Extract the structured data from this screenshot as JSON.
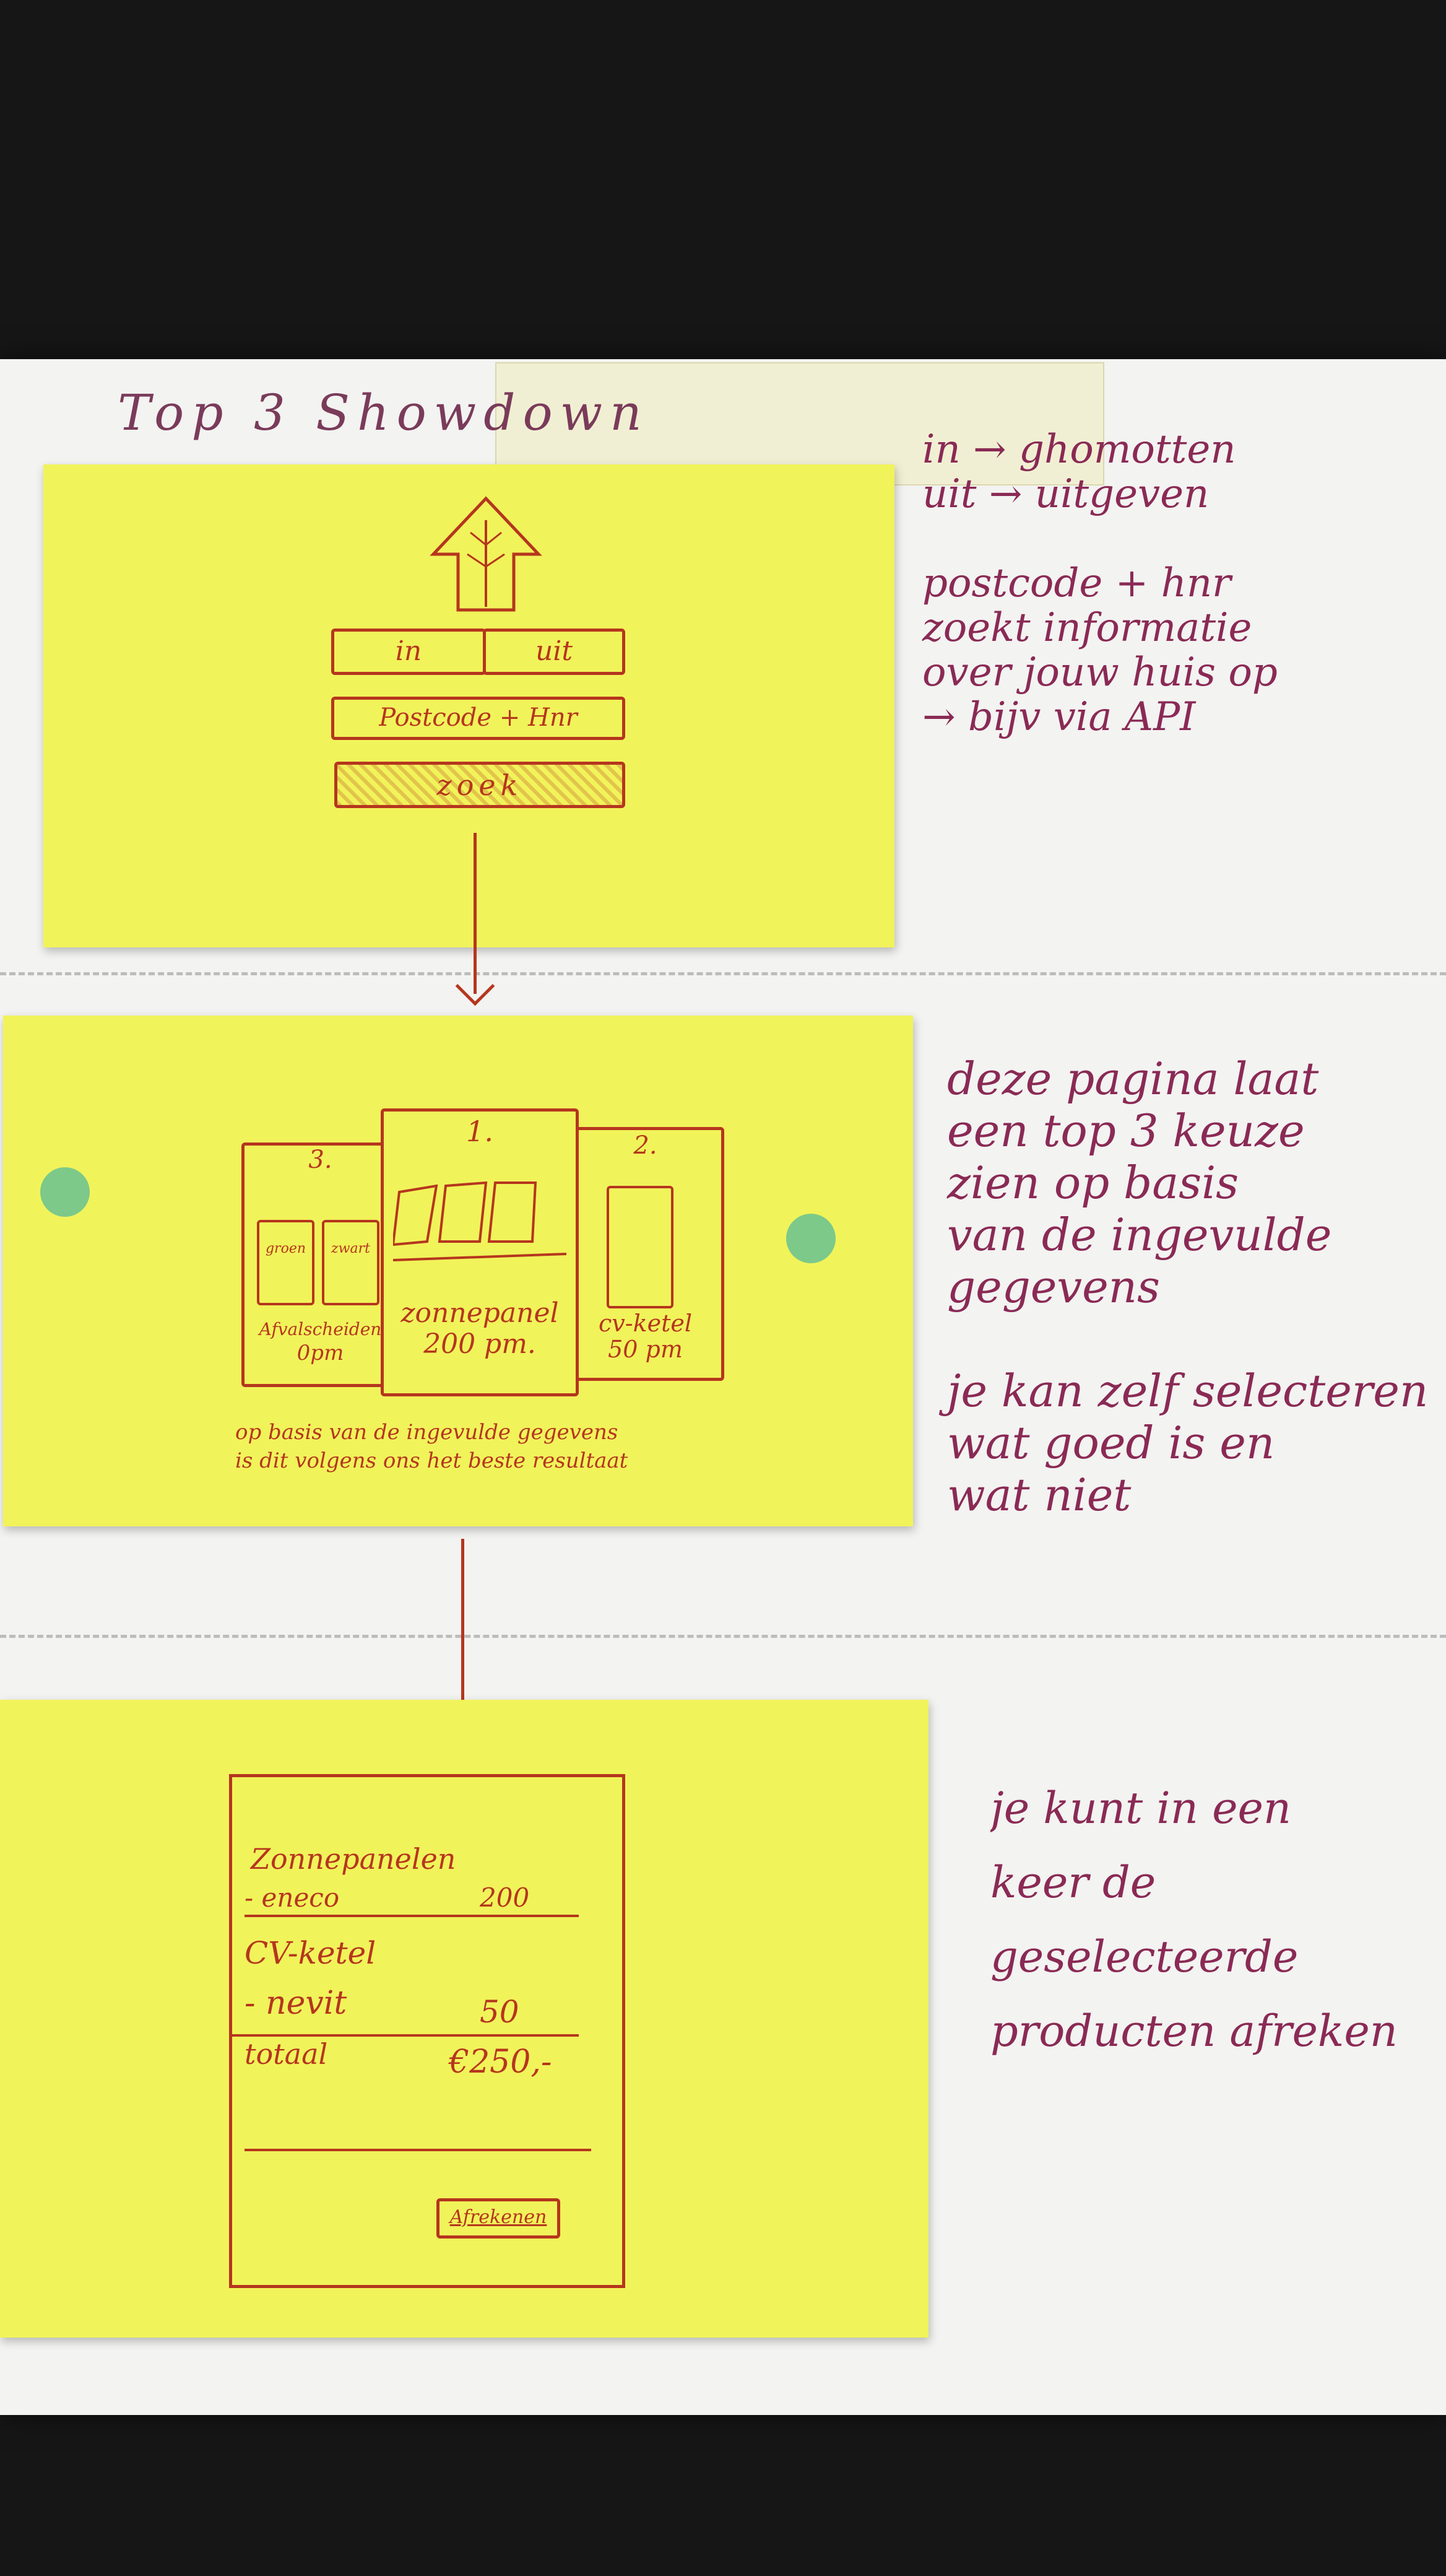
{
  "title": "Top 3 Showdown",
  "step1": {
    "toggle_in": "in",
    "toggle_uit": "uit",
    "postcode_field": "Postcode + Hnr",
    "zoek_button": "zoek",
    "note": "in → ghomotten\nuit → uitgeven\n\npostcode + hnr\nzoekt informatie\nover jouw huis op\n→ bijv via API"
  },
  "step2": {
    "card1_rank": "1.",
    "card1_name": "zonnepanel",
    "card1_price": "200 pm.",
    "card2_rank": "2.",
    "card2_name": "cv-ketel",
    "card2_price": "50 pm",
    "card3_rank": "3.",
    "card3_bin1": "groen",
    "card3_bin2": "zwart",
    "card3_name": "Afvalscheiden",
    "card3_price": "0pm",
    "caption": "op basis van de ingevulde gegevens\nis dit volgens ons het beste resultaat",
    "note": "deze pagina laat\neen top 3 keuze\nzien op basis\nvan de ingevulde\ngegevens\n\nje kan zelf selecteren\nwat goed is en\nwat niet"
  },
  "step3": {
    "item1_name": "Zonnepanelen",
    "item1_vendor": "- eneco",
    "item1_price": "200",
    "item2_name": "CV-ketel",
    "item2_vendor": "- nevit",
    "item2_price": "50",
    "total_label": "totaal",
    "total_value": "€250,-",
    "checkout_button": "Afrekenen",
    "note": "je kunt in een\nkeer de geselecteerde\nproducten afreken"
  },
  "colors": {
    "postit": "#f1f35a",
    "pen": "#b5361e",
    "note_ink": "#8a2a55",
    "dot": "#7cc98a"
  }
}
